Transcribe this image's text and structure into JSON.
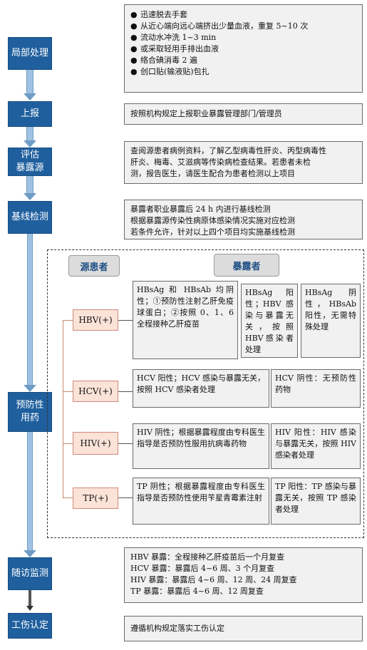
{
  "stages": {
    "local": "局部处理",
    "report": "上报",
    "assess": [
      "评估",
      "暴露源"
    ],
    "baseline": "基线检测",
    "prevent": [
      "预防性",
      "用药"
    ],
    "followup": "随访监测",
    "injury": "工伤认定"
  },
  "local_steps": [
    "迅速脱去手套",
    "从近心端向远心端挤出少量血液，重复 5~10 次",
    "流动水冲洗 1~3 min",
    "或采取轻用手排出血液",
    "络合碘消毒 2 遍",
    "创口贴(输液贴)包扎"
  ],
  "bullet_symbol": "●",
  "report_text": "按照机构规定上报职业暴露管理部门/管理员",
  "assess_lines": [
    "查阅源患者病例资料，了解乙型病毒性肝炎、丙型病毒性",
    "肝炎、梅毒、艾滋病等传染病检查结果。若患者未检",
    "测，报告医生，请医生配合为患者检测以上项目"
  ],
  "baseline_lines": [
    "暴露者职业暴露后 24 h 内进行基线检测",
    "根据暴露源传染性病原体感染情况实施对应检测",
    "若条件允许，针对以上四个项目均实施基线检测"
  ],
  "headers": {
    "source": "源患者",
    "exposed": "暴露者"
  },
  "pathogens": [
    {
      "label": "HBV(+)",
      "cells": [
        "HBsAg 和 HBsAb 均阴性；①预防性注射乙肝免疫球蛋白；②按照 0、1、6 全程接种乙肝疫苗",
        "HBsAg 阳性；HBV 感染与暴露无关，按照HBV感染者处理",
        "HBsAg 阴性，HBsAb 阳性，无需特殊处理"
      ]
    },
    {
      "label": "HCV(+)",
      "cells": [
        "HCV 阳性；HCV 感染与暴露无关，按照 HCV 感染者处理",
        "HCV 阴性：无预防性药物"
      ]
    },
    {
      "label": "HIV(+)",
      "cells": [
        "HIV 阴性；根据暴露程度由专科医生指导是否预防性服用抗病毒药物",
        "HIV 阳性：HIV 感染与暴露无关，按照 HIV 感染者处理"
      ]
    },
    {
      "label": "TP(+)",
      "cells": [
        "TP 阴性；根据暴露程度由专科医生指导是否预防性使用苄星青霉素注射",
        "TP 阳性：TP 感染与暴露无关，按照 TP 感染者处理"
      ]
    }
  ],
  "followup_lines": [
    "HBV 暴露：全程接种乙肝疫苗后一个月复查",
    "HCV 暴露：暴露后 4~6 周、3 个月复查",
    "HIV 暴露：暴露后 4~6 周、12 周、24 周复查",
    "TP 暴露：暴露后 4~6 周、12 周复查"
  ],
  "injury_text": "遵循机构规定落实工伤认定"
}
